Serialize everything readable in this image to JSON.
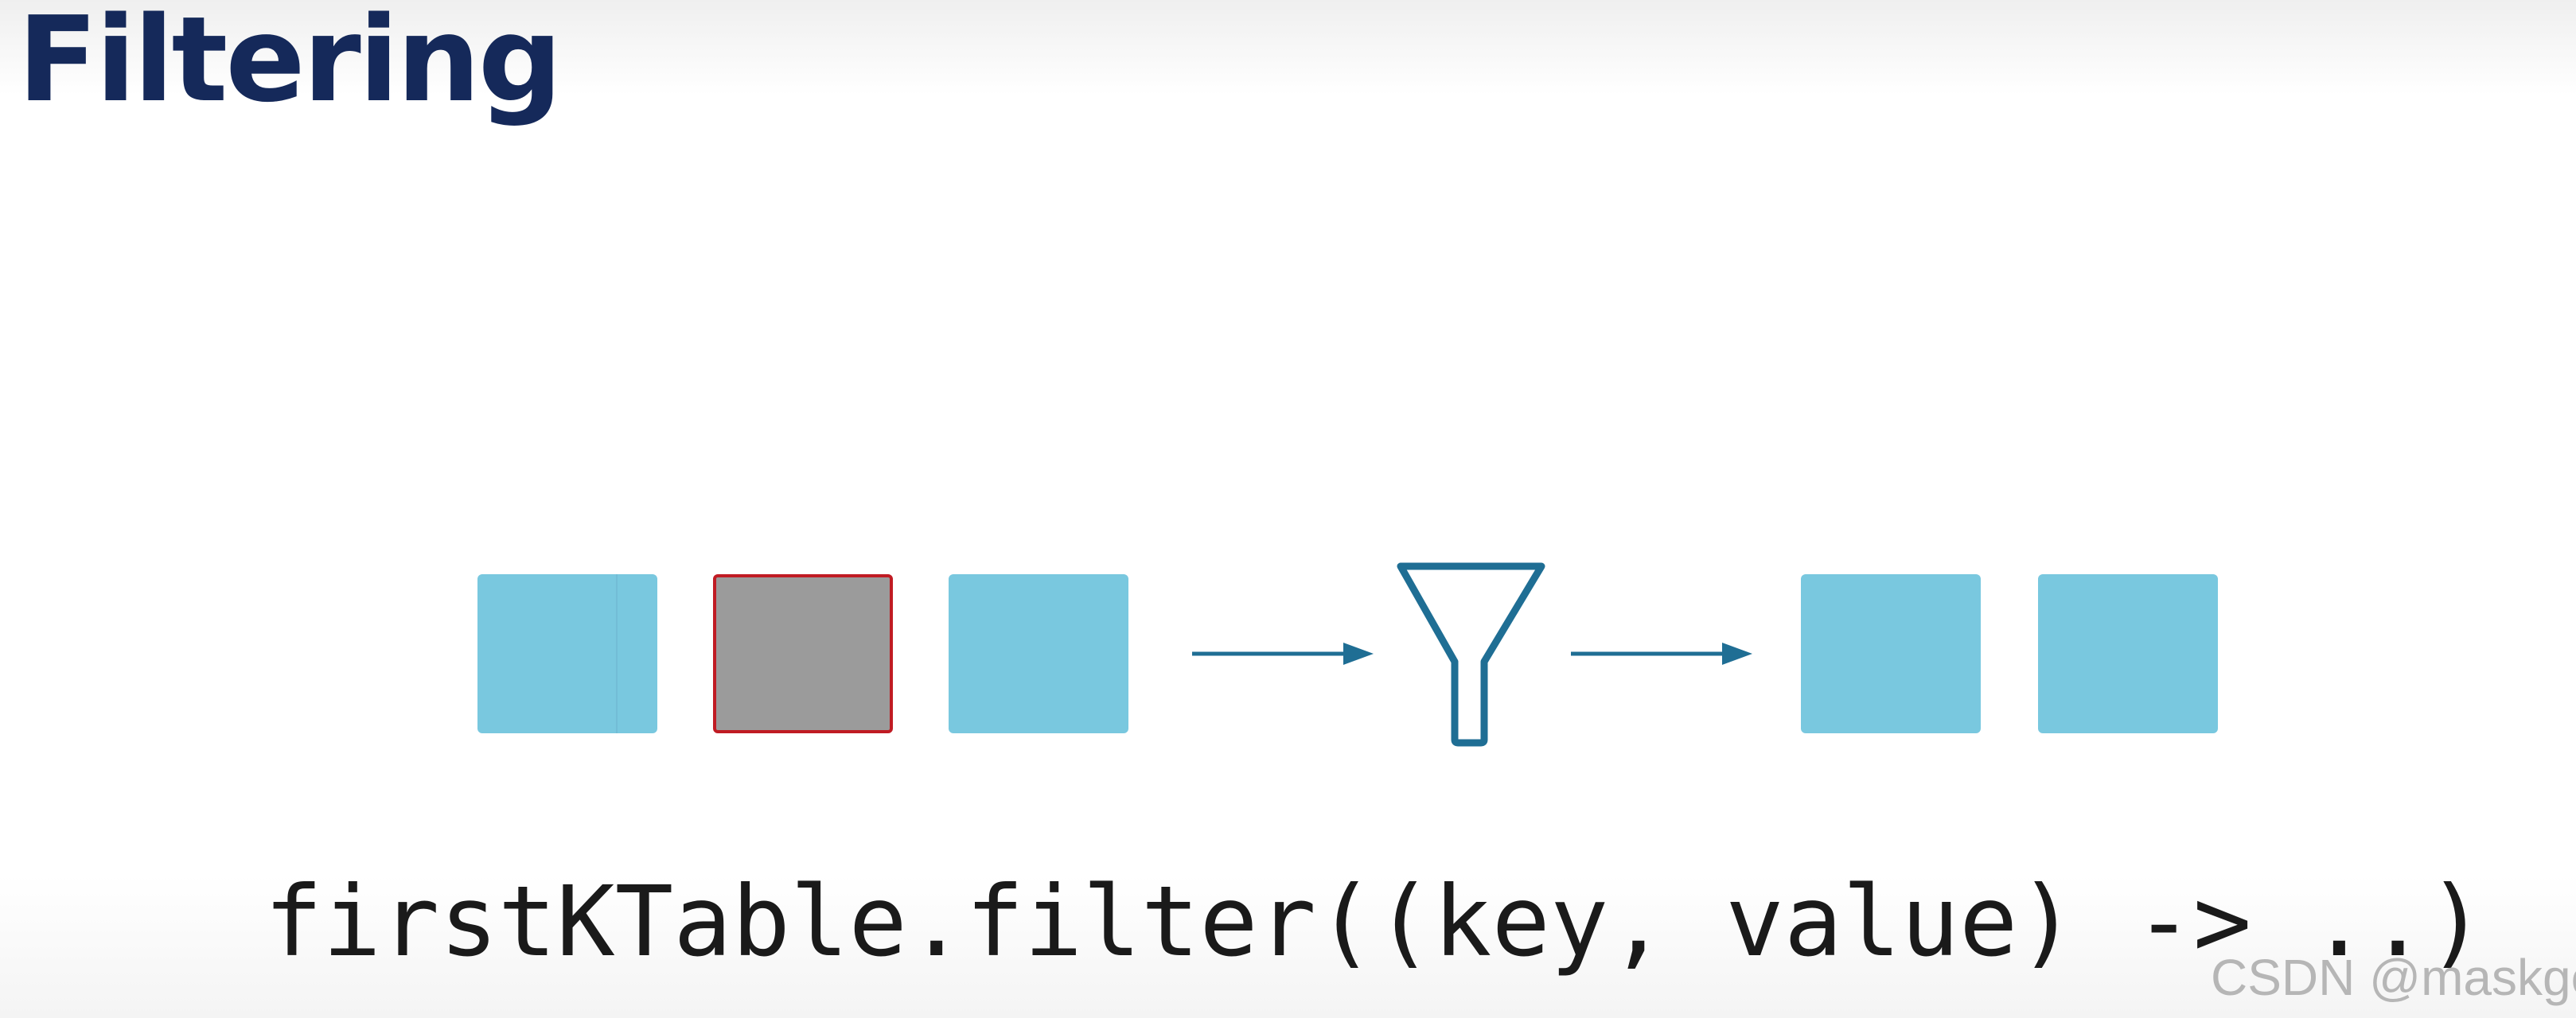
{
  "slide": {
    "title": "Filtering"
  },
  "diagram": {
    "input_records": [
      {
        "status": "kept"
      },
      {
        "status": "filtered-out"
      },
      {
        "status": "kept"
      }
    ],
    "output_records": [
      {
        "status": "kept"
      },
      {
        "status": "kept"
      }
    ],
    "operator_icon": "funnel-icon",
    "colors": {
      "kept_record": "#79c8df",
      "filtered_record": "#9b9b9b",
      "filtered_border": "#c01b23",
      "arrow": "#1f6e94",
      "funnel": "#1f6e94",
      "title": "#15295a"
    }
  },
  "code": {
    "line": "firstKTable.filter((key, value) -> ..)"
  },
  "watermark": {
    "text": "CSDN @maskge"
  }
}
